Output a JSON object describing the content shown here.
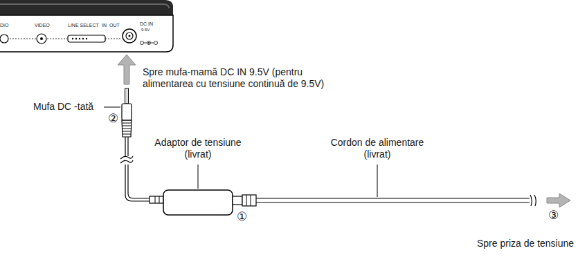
{
  "diagram": {
    "labels": [
      "DIO",
      "VIDEO",
      "LINE SELECT",
      "IN",
      "OUT",
      "DC IN",
      "9.5V",
      "Spre mufa-mamă DC IN 9.5V (pentru alimentarea cu tensiune continuă de 9.5V)",
      "Mufa DC -tată",
      "②",
      "Adaptor de tensiune (livrat)",
      "Cordon de alimentare (livrat)",
      "①",
      "③",
      "Spre priza de tensiune"
    ]
  }
}
